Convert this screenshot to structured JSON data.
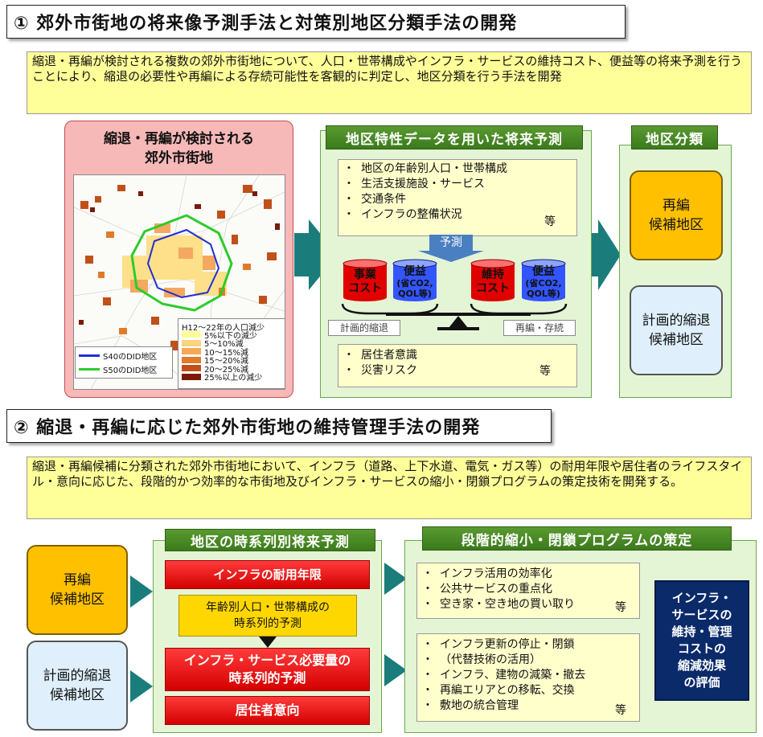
{
  "section1": {
    "heading": "① 郊外市街地の将来像予測手法と対策別地区分類手法の開発",
    "summary": "縮退・再編が検討される複数の郊外市街地について、人口・世帯構成やインフラ・サービスの維持コスト、便益等の将来予測を行うことにより、縮退の必要性や再編による存続可能性を客観的に判定し、地区分類を行う手法を開発",
    "map_panel": {
      "title_line1": "縮退・再編が検討される",
      "title_line2": "郊外市街地",
      "legend_title": "H12～22年の人口減少",
      "legend_items": [
        "5%以下の減少",
        "5～10%減",
        "10～15%減",
        "15～20%減",
        "20～25%減",
        "25%以上の減少"
      ],
      "legend_colors": [
        "#ffff99",
        "#ffd27f",
        "#f5a85a",
        "#e07b2a",
        "#c0501a",
        "#7a1a0a"
      ],
      "boundary_s40": "S40のDID地区",
      "boundary_s50": "S50のDID地区",
      "boundary_s40_color": "#1f2fd1",
      "boundary_s50_color": "#2bcc2b"
    },
    "forecast_panel": {
      "title": "地区特性データを用いた将来予測",
      "inputs": [
        "地区の年齢別人口・世帯構成",
        "生活支援施設・サービス",
        "交通条件",
        "インフラの整備状況"
      ],
      "inputs_etc": "等",
      "predict_label": "予測",
      "cyl_left_1": {
        "line1": "事業",
        "line2": "コスト",
        "color": "#e00000"
      },
      "cyl_left_2": {
        "line1": "便益",
        "line2": "(省CO2,",
        "line3": "QOL等)",
        "color": "#3355ff"
      },
      "cyl_right_1": {
        "line1": "維持",
        "line2": "コスト",
        "color": "#e00000"
      },
      "cyl_right_2": {
        "line1": "便益",
        "line2": "(省CO2,",
        "line3": "QOL等)",
        "color": "#3355ff"
      },
      "scale_left": "計画的縮退",
      "scale_right": "再編・存続",
      "extra": [
        "居住者意識",
        "災害リスク"
      ],
      "extra_etc": "等"
    },
    "classify_panel": {
      "title": "地区分類",
      "box1_line1": "再編",
      "box1_line2": "候補地区",
      "box2_line1": "計画的縮退",
      "box2_line2": "候補地区"
    }
  },
  "section2": {
    "heading": "② 縮退・再編に応じた郊外市街地の維持管理手法の開発",
    "summary": "縮退・再編候補に分類された郊外市街地において、インフラ（道路、上下水道、電気・ガス等）の耐用年限や居住者のライフスタイル・意向に応じた、段階的かつ効率的な市街地及びインフラ・サービスの縮小・閉鎖プログラムの策定技術を開発する。",
    "left_box1_line1": "再編",
    "left_box1_line2": "候補地区",
    "left_box2_line1": "計画的縮退",
    "left_box2_line2": "候補地区",
    "timeseries_panel": {
      "title": "地区の時系列別将来予測",
      "bar1": "インフラの耐用年限",
      "yellow_line1": "年齢別人口・世帯構成の",
      "yellow_line2": "時系列的予測",
      "bar2_line1": "インフラ・サービス必要量の",
      "bar2_line2": "時系列的予測",
      "bar3": "居住者意向"
    },
    "program_panel": {
      "title": "段階的縮小・閉鎖プログラムの策定",
      "list1": [
        "インフラ活用の効率化",
        "公共サービスの重点化",
        "空き家・空き地の買い取り"
      ],
      "list1_etc": "等",
      "list2": [
        "インフラ更新の停止・閉鎖",
        "（代替技術の活用）",
        "インフラ、建物の減築・撤去",
        "再編エリアとの移転、交換",
        "敷地の統合管理"
      ],
      "list2_etc": "等",
      "eval_line1": "インフラ・",
      "eval_line2": "サービスの",
      "eval_line3": "維持・管理",
      "eval_line4": "コストの",
      "eval_line5": "縮減効果",
      "eval_line6": "の評価"
    }
  }
}
